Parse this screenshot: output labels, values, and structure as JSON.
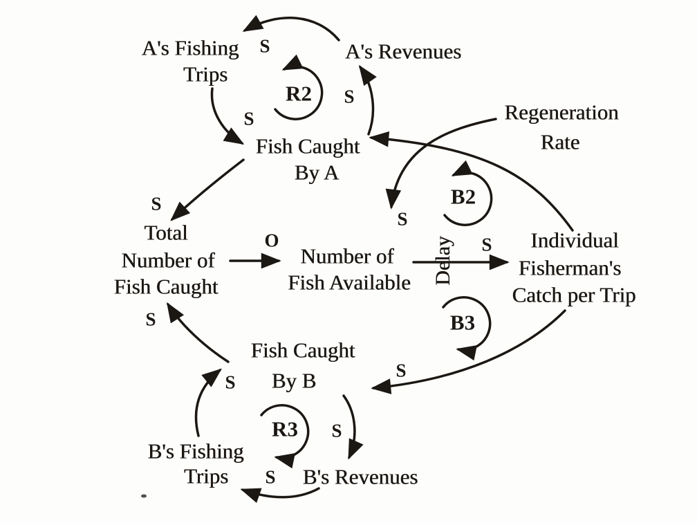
{
  "diagram": {
    "type": "causal-loop-diagram",
    "colors": {
      "ink": "#1b1713",
      "background": "#fdfdfb"
    },
    "nodes": [
      {
        "id": "a-fishing-trips",
        "lines": [
          "A's Fishing",
          "Trips"
        ]
      },
      {
        "id": "a-revenues",
        "lines": [
          "A's Revenues"
        ]
      },
      {
        "id": "fish-caught-by-a",
        "lines": [
          "Fish Caught",
          "By A"
        ]
      },
      {
        "id": "regeneration-rate",
        "lines": [
          "Regeneration",
          "Rate"
        ]
      },
      {
        "id": "total-number-of-fish-caught",
        "lines": [
          "Total",
          "Number of",
          "Fish Caught"
        ]
      },
      {
        "id": "number-of-fish-available",
        "lines": [
          "Number of",
          "Fish Available"
        ]
      },
      {
        "id": "individual-fishermans-catch-per-trip",
        "lines": [
          "Individual",
          "Fisherman's",
          "Catch per Trip"
        ]
      },
      {
        "id": "fish-caught-by-b",
        "lines": [
          "Fish Caught",
          "By B"
        ]
      },
      {
        "id": "b-fishing-trips",
        "lines": [
          "B's Fishing",
          "Trips"
        ]
      },
      {
        "id": "b-revenues",
        "lines": [
          "B's Revenues"
        ]
      }
    ],
    "loops": [
      {
        "id": "R2",
        "label": "R2",
        "kind": "reinforcing",
        "direction": "counterclockwise"
      },
      {
        "id": "B2",
        "label": "B2",
        "kind": "balancing",
        "direction": "counterclockwise"
      },
      {
        "id": "B3",
        "label": "B3",
        "kind": "balancing",
        "direction": "clockwise"
      },
      {
        "id": "R3",
        "label": "R3",
        "kind": "reinforcing",
        "direction": "clockwise"
      }
    ],
    "links": [
      {
        "from": "a-revenues",
        "to": "a-fishing-trips",
        "polarity": "S"
      },
      {
        "from": "a-fishing-trips",
        "to": "fish-caught-by-a",
        "polarity": "S"
      },
      {
        "from": "fish-caught-by-a",
        "to": "a-revenues",
        "polarity": "S"
      },
      {
        "from": "fish-caught-by-a",
        "to": "total-number-of-fish-caught",
        "polarity": "S"
      },
      {
        "from": "fish-caught-by-b",
        "to": "total-number-of-fish-caught",
        "polarity": "S"
      },
      {
        "from": "total-number-of-fish-caught",
        "to": "number-of-fish-available",
        "polarity": "O"
      },
      {
        "from": "regeneration-rate",
        "to": "number-of-fish-available",
        "polarity": "S"
      },
      {
        "from": "number-of-fish-available",
        "to": "individual-fishermans-catch-per-trip",
        "polarity": "S",
        "delay": "Delay"
      },
      {
        "from": "individual-fishermans-catch-per-trip",
        "to": "fish-caught-by-a",
        "polarity": ""
      },
      {
        "from": "individual-fishermans-catch-per-trip",
        "to": "fish-caught-by-b",
        "polarity": "S"
      },
      {
        "from": "b-fishing-trips",
        "to": "fish-caught-by-b",
        "polarity": "S"
      },
      {
        "from": "fish-caught-by-b",
        "to": "b-revenues",
        "polarity": "S"
      },
      {
        "from": "b-revenues",
        "to": "b-fishing-trips",
        "polarity": "S"
      }
    ]
  }
}
